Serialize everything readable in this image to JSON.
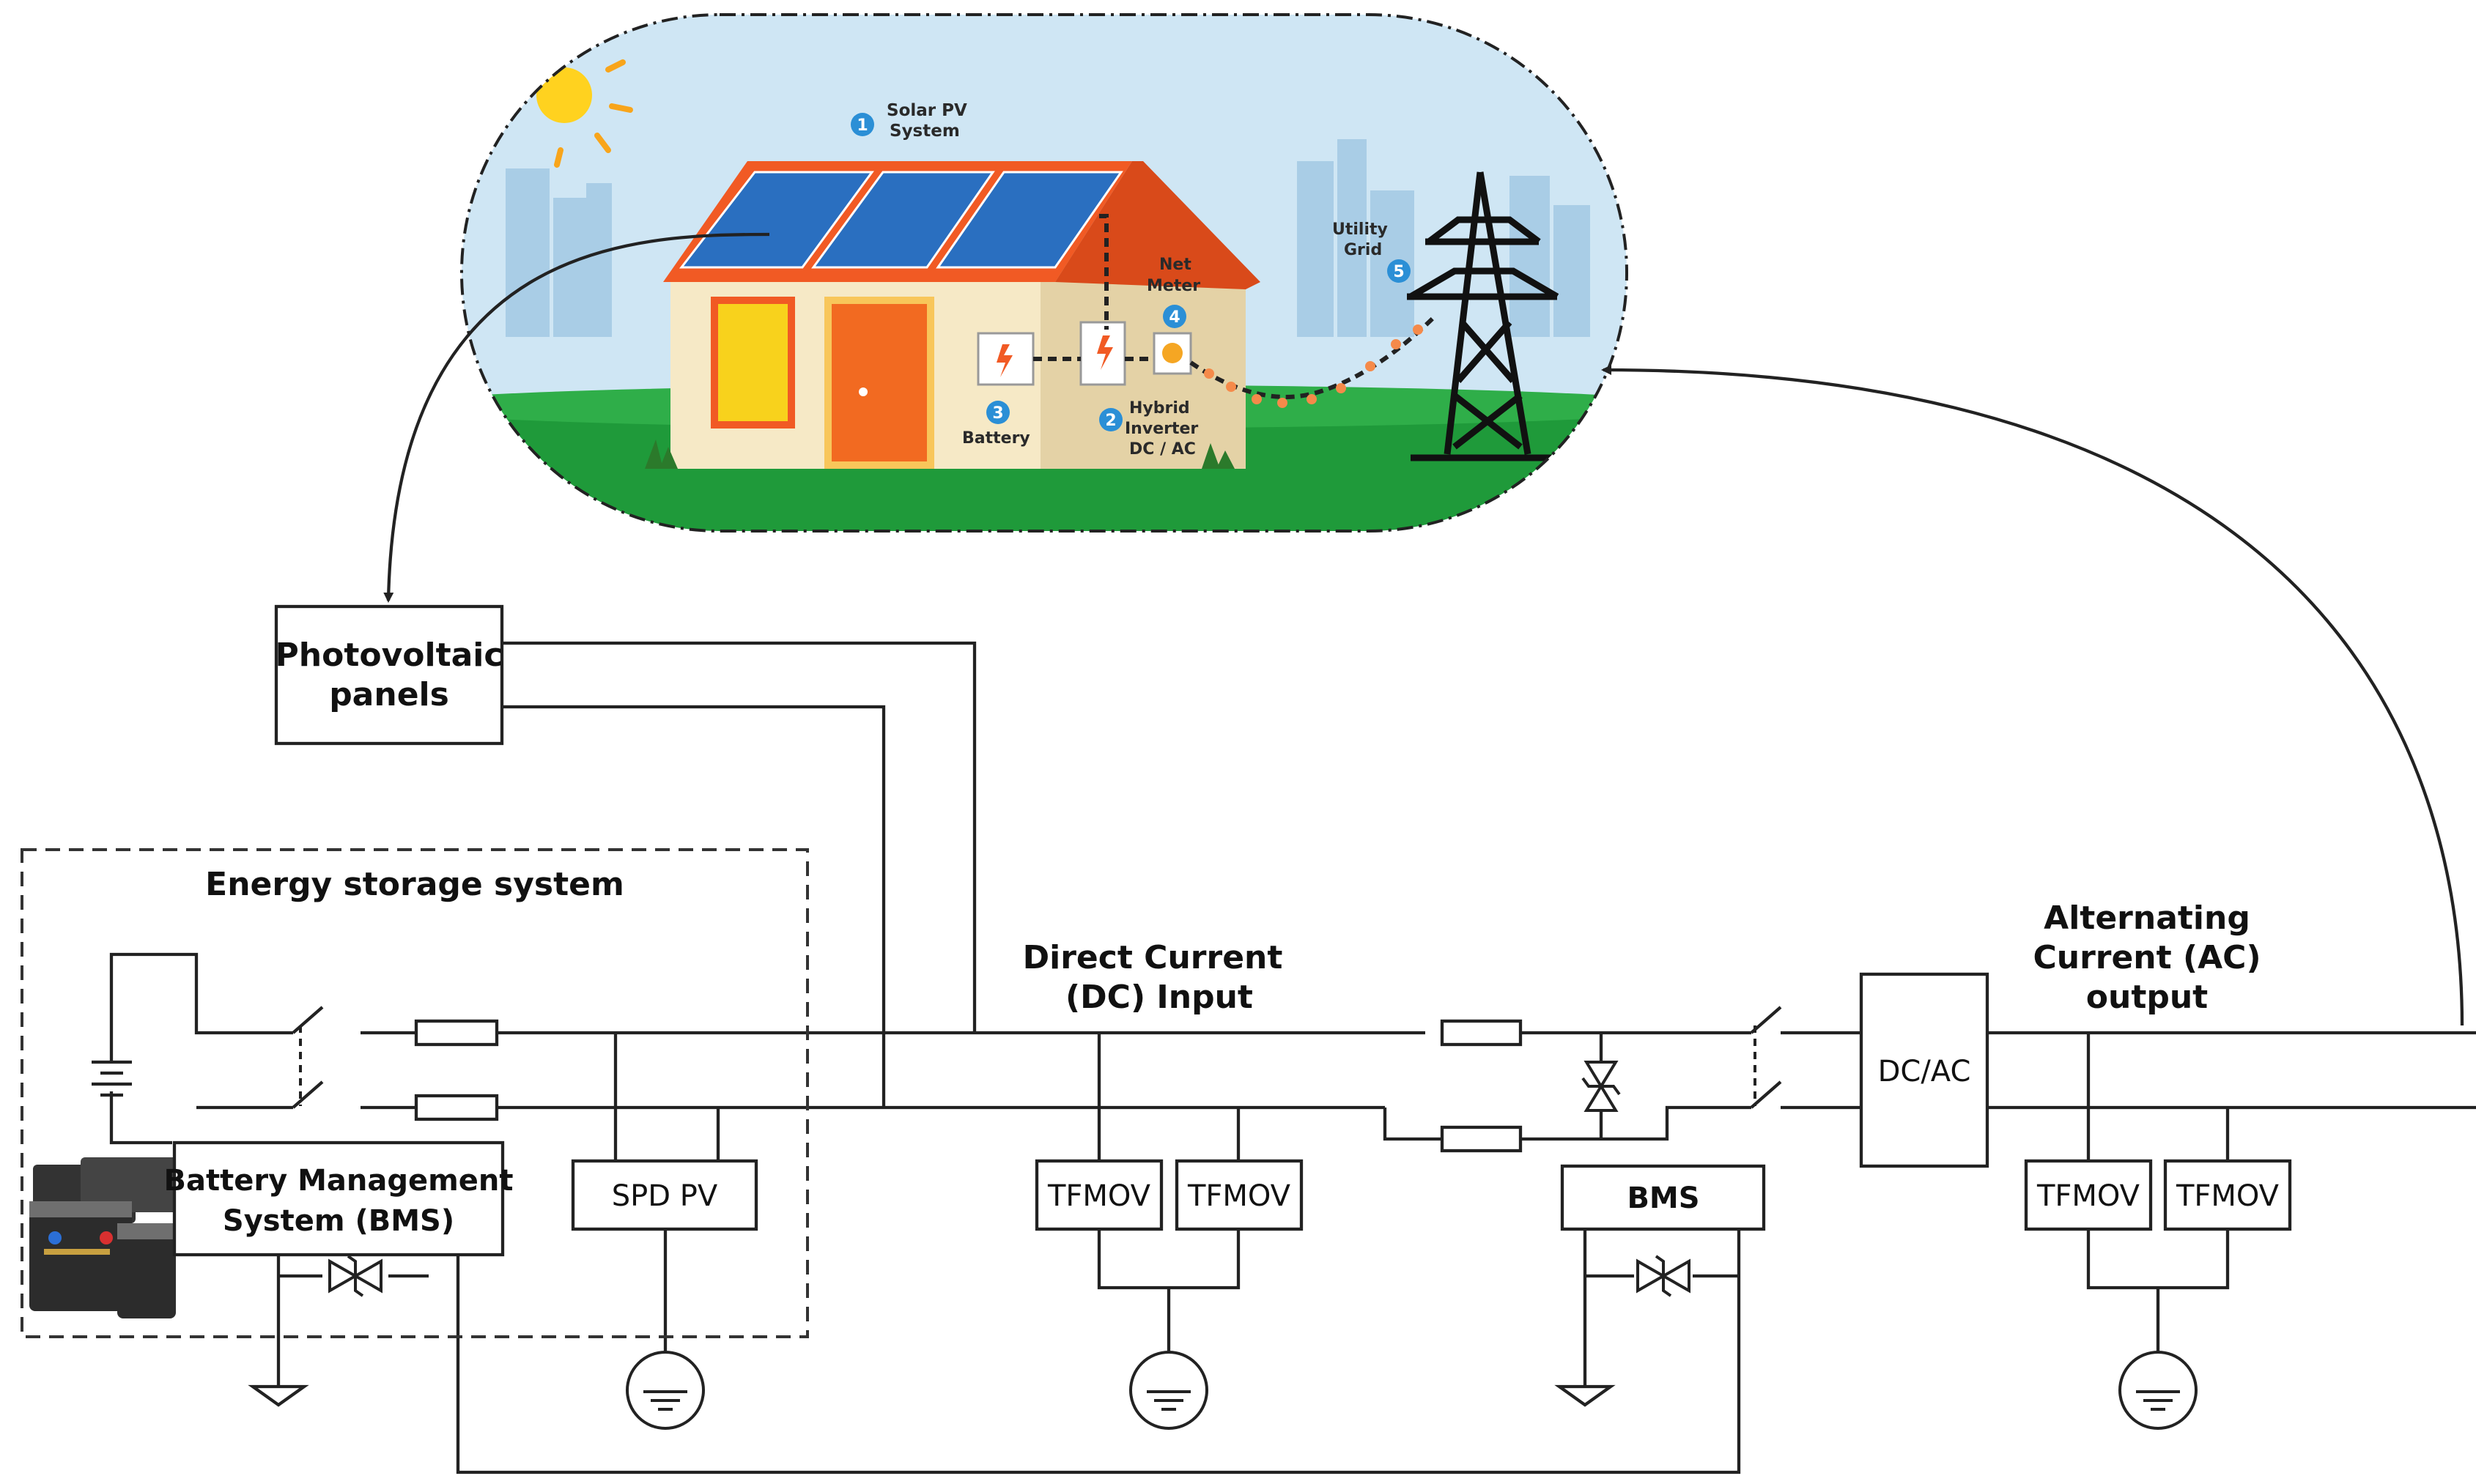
{
  "illustration": {
    "solar_pv": {
      "number": "1",
      "line1": "Solar PV",
      "line2": "System"
    },
    "hybrid_inverter": {
      "number": "2",
      "line1": "Hybrid",
      "line2": "Inverter",
      "line3": "DC / AC"
    },
    "battery": {
      "number": "3",
      "line1": "Battery"
    },
    "net_meter": {
      "number": "4",
      "line1": "Net",
      "line2": "Meter"
    },
    "utility_grid": {
      "number": "5",
      "line1": "Utility",
      "line2": "Grid"
    }
  },
  "blocks": {
    "pv_panels": {
      "line1": "Photovoltaic",
      "line2": "panels"
    },
    "energy_storage_title": "Energy storage system",
    "bms_left": {
      "line1": "Battery Management",
      "line2": "System (BMS)"
    },
    "spd_pv": "SPD PV",
    "tfmov": "TFMOV",
    "dc_input": {
      "line1": "Direct Current",
      "line2": "(DC) Input"
    },
    "bms_right": "BMS",
    "dcac": "DC/AC",
    "ac_output": {
      "line1": "Alternating",
      "line2": "Current (AC)",
      "line3": "output"
    }
  },
  "colors": {
    "sky": "#cfe6f4",
    "grass": "#1f9a3a",
    "roof": "#f15a24",
    "wall": "#f6e9c6",
    "panel": "#2a6fc0",
    "door": "#f26a21",
    "badge": "#2b8fd6",
    "line": "#222222"
  }
}
